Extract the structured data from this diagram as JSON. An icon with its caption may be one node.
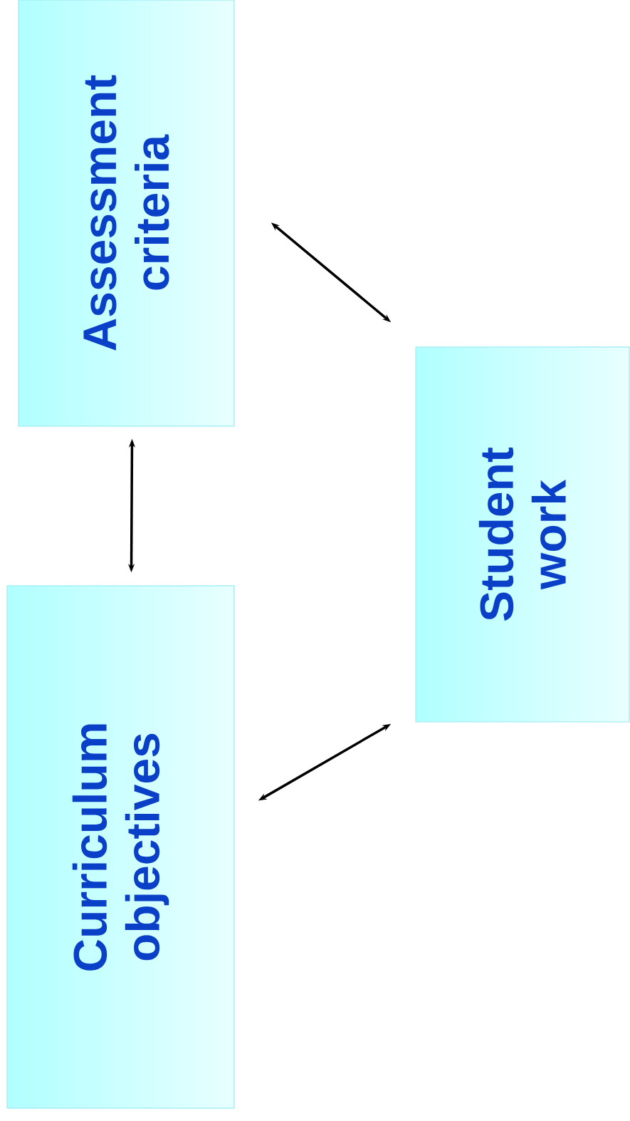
{
  "diagram": {
    "nodes": [
      {
        "text": [
          "Assessment criteria"
        ]
      },
      {
        "text": [
          "Curriculum objectives"
        ]
      },
      {
        "text": [
          "Student work"
        ]
      }
    ],
    "edges": [
      {
        "from": 0,
        "to": 1,
        "arrow": "both"
      },
      {
        "from": 0,
        "to": 2,
        "arrow": "both"
      },
      {
        "from": 1,
        "to": 2,
        "arrow": "both"
      }
    ]
  }
}
